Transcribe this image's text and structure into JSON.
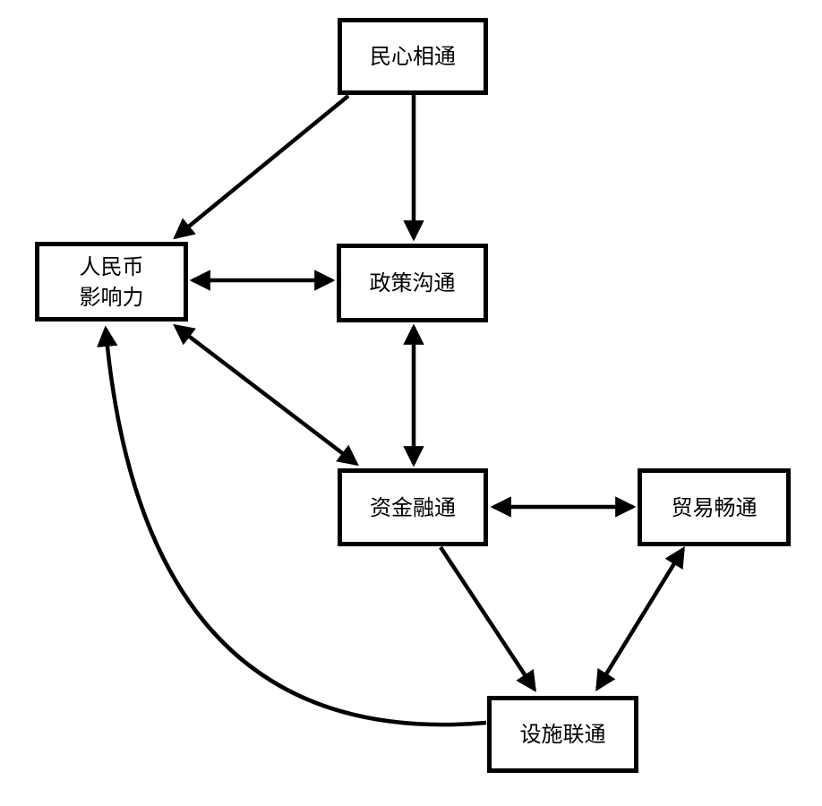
{
  "diagram": {
    "type": "directed-graph",
    "colors": {
      "background": "#ffffff",
      "line": "#000000",
      "box_fill": "#ffffff",
      "text": "#000000"
    },
    "nodes": {
      "people_bond": {
        "label": "民心相通"
      },
      "rmb_influence": {
        "label": "人民币\n影响力"
      },
      "policy": {
        "label": "政策沟通"
      },
      "finance": {
        "label": "资金融通"
      },
      "trade": {
        "label": "贸易畅通"
      },
      "infrastructure": {
        "label": "设施联通"
      }
    },
    "edges": [
      {
        "from": "民心相通",
        "to": "人民币影响力",
        "arrows": "one-way",
        "shape": "straight"
      },
      {
        "from": "民心相通",
        "to": "政策沟通",
        "arrows": "one-way",
        "shape": "straight"
      },
      {
        "from": "人民币影响力",
        "to": "政策沟通",
        "arrows": "two-way",
        "shape": "straight"
      },
      {
        "from": "政策沟通",
        "to": "资金融通",
        "arrows": "two-way",
        "shape": "straight"
      },
      {
        "from": "人民币影响力",
        "to": "资金融通",
        "arrows": "two-way",
        "shape": "straight"
      },
      {
        "from": "资金融通",
        "to": "贸易畅通",
        "arrows": "two-way",
        "shape": "straight"
      },
      {
        "from": "资金融通",
        "to": "设施联通",
        "arrows": "one-way",
        "shape": "straight"
      },
      {
        "from": "设施联通",
        "to": "贸易畅通",
        "arrows": "two-way",
        "shape": "straight"
      },
      {
        "from": "设施联通",
        "to": "人民币影响力",
        "arrows": "one-way",
        "shape": "curved"
      }
    ]
  }
}
